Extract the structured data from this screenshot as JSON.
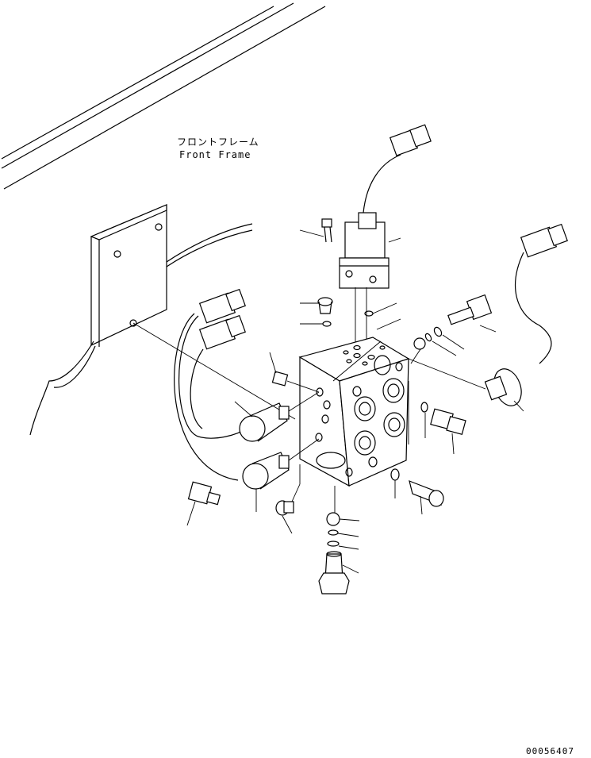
{
  "labels": {
    "frame_jp": "フロントフレーム",
    "frame_en": "Front Frame",
    "drawing_number": "00056407"
  }
}
